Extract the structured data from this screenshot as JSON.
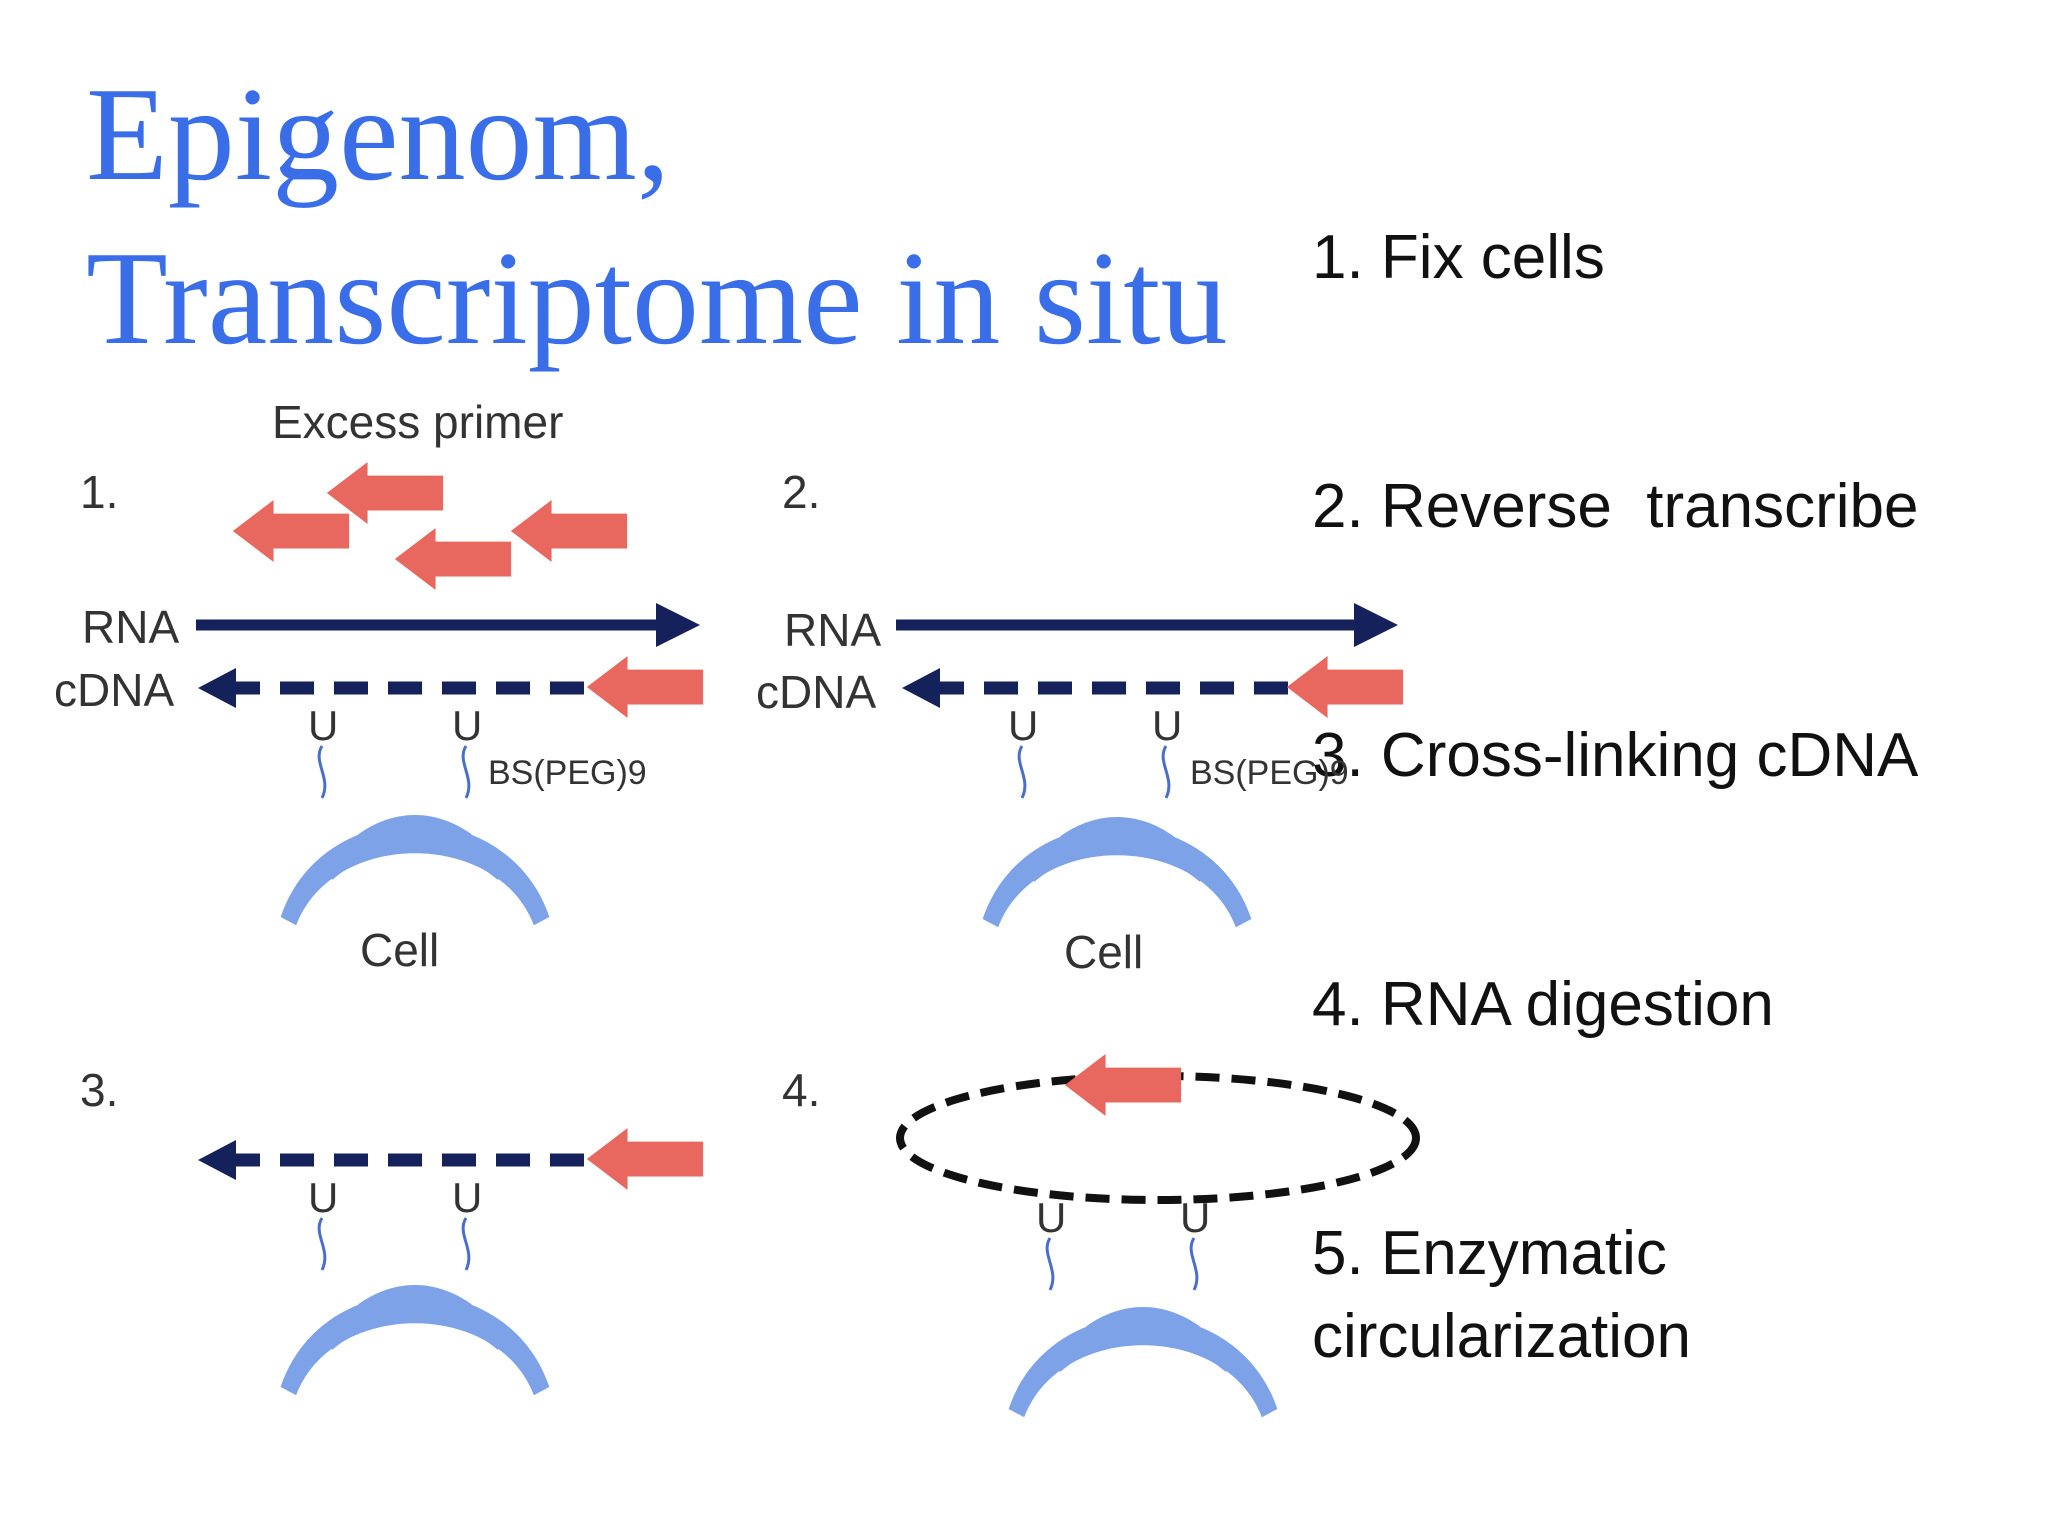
{
  "title": {
    "line1": "Epigenom,",
    "line2": "Transcriptome in situ"
  },
  "steps": [
    "1. Fix cells",
    "2. Reverse  transcribe",
    "3. Cross-linking cDNA",
    "4. RNA digestion",
    "5. Enzymatic\ncircularization"
  ],
  "panels": {
    "p1": {
      "number": "1.",
      "excess_primer": "Excess primer",
      "rna": "RNA",
      "cdna": "cDNA",
      "u1": "U",
      "u2": "U",
      "linker": "BS(PEG)9",
      "cell": "Cell"
    },
    "p2": {
      "number": "2.",
      "rna": "RNA",
      "cdna": "cDNA",
      "u1": "U",
      "u2": "U",
      "linker": "BS(PEG)9",
      "cell": "Cell"
    },
    "p3": {
      "number": "3.",
      "u1": "U",
      "u2": "U"
    },
    "p4": {
      "number": "4.",
      "u1": "U",
      "u2": "U"
    }
  },
  "colors": {
    "title": "#3a6ee8",
    "strand": "#14215a",
    "primer": "#e8675f",
    "cell": "#7ea2e8",
    "linker": "#4a6fc8"
  }
}
